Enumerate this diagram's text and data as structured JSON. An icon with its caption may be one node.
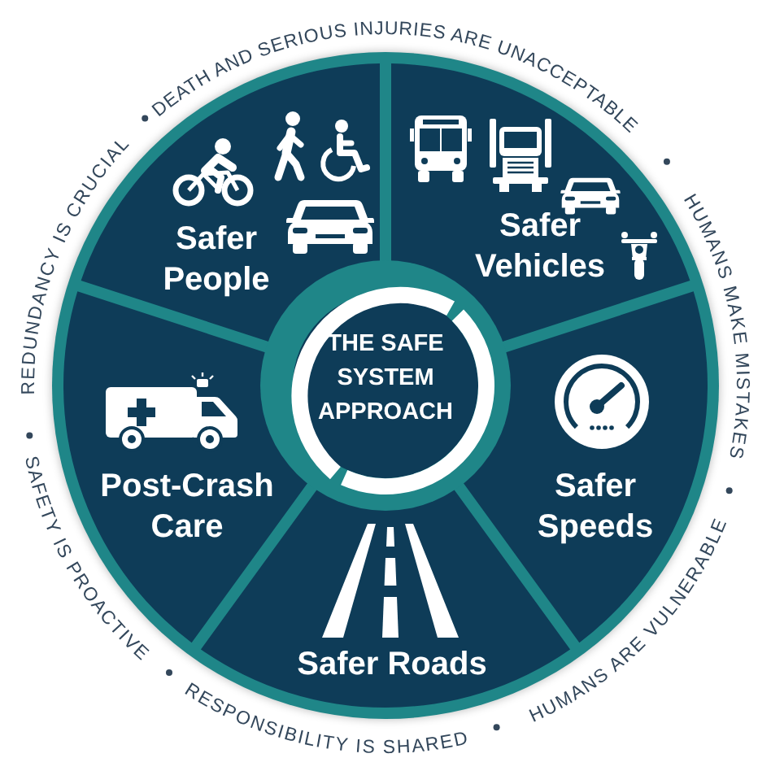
{
  "diagram": {
    "nodes": [
      {
        "text": [
          "THE SAFE SYSTEM APPROACH"
        ]
      },
      {
        "text": [
          "Safer People"
        ]
      },
      {
        "text": [
          "Safer Vehicles"
        ]
      },
      {
        "text": [
          "Safer Speeds"
        ]
      },
      {
        "text": [
          "Safer Roads"
        ]
      },
      {
        "text": [
          "Post-Crash Care"
        ]
      }
    ],
    "labels": [
      "DEATH AND SERIOUS INJURIES ARE UNACCEPTABLE",
      "HUMANS MAKE MISTAKES",
      "HUMANS ARE VULNERABLE",
      "RESPONSIBILITY IS SHARED",
      "SAFETY IS PROACTIVE",
      "REDUNDANCY IS CRUCIAL"
    ]
  }
}
